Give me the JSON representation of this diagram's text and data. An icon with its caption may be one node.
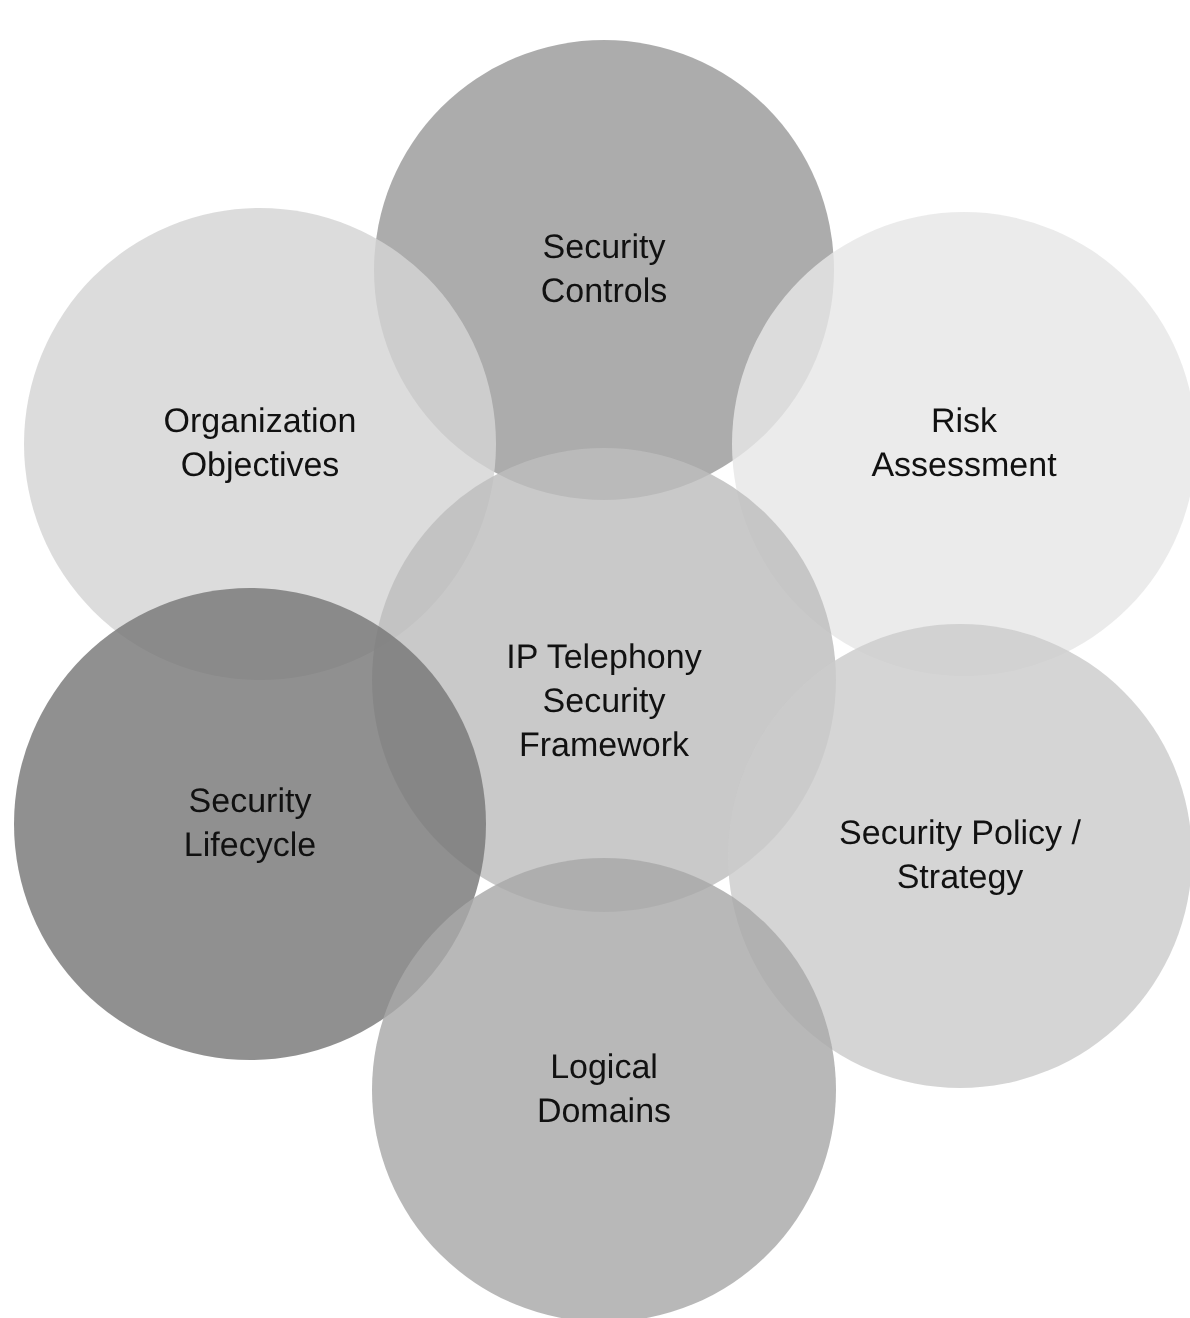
{
  "diagram": {
    "nodes": [
      {
        "text": [
          "Security Controls"
        ]
      },
      {
        "text": [
          "Organization Objectives"
        ]
      },
      {
        "text": [
          "Risk Assessment"
        ]
      },
      {
        "text": [
          "IP Telephony Security Framework"
        ]
      },
      {
        "text": [
          "Security Lifecycle"
        ]
      },
      {
        "text": [
          "Security Policy / Strategy"
        ]
      },
      {
        "text": [
          "Logical Domains"
        ]
      }
    ]
  }
}
